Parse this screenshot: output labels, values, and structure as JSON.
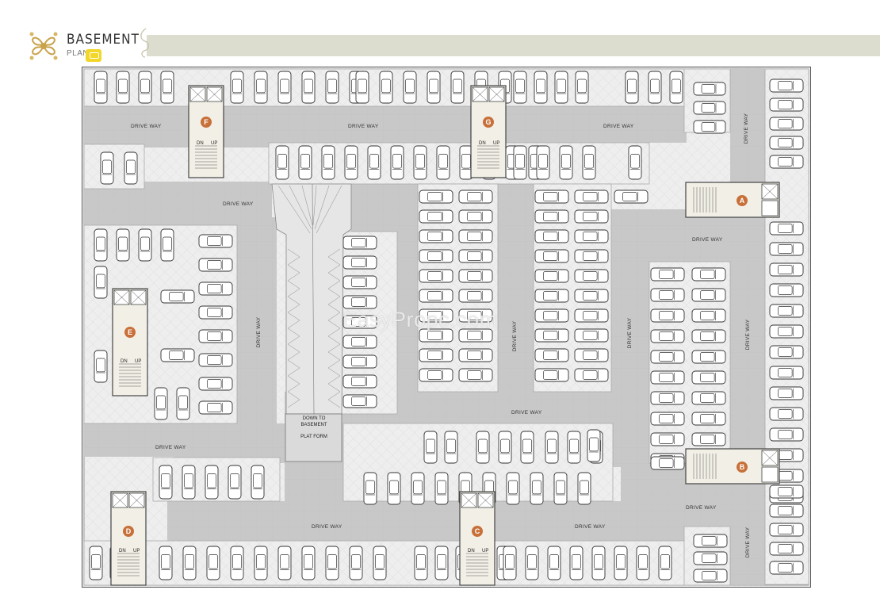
{
  "header": {
    "title": "BASEMENT",
    "subtitle": "PLAN",
    "accent_color": "#dcdccf",
    "logo_icon": "gold-leaf-ornament-icon"
  },
  "plan": {
    "driveway_label": "DRIVE WAY",
    "ramp_label_line1": "DOWN TO",
    "ramp_label_line2": "BASEMENT",
    "platform_label": "PLAT FORM",
    "stair_dn": "DN",
    "stair_up": "UP",
    "cores": [
      "A",
      "B",
      "C",
      "D",
      "E",
      "F",
      "G"
    ],
    "core_color": "#c8703a",
    "floor_color": "#c9c9c9",
    "parking_color": "#efefef"
  },
  "watermark": "EasyPropc.com"
}
